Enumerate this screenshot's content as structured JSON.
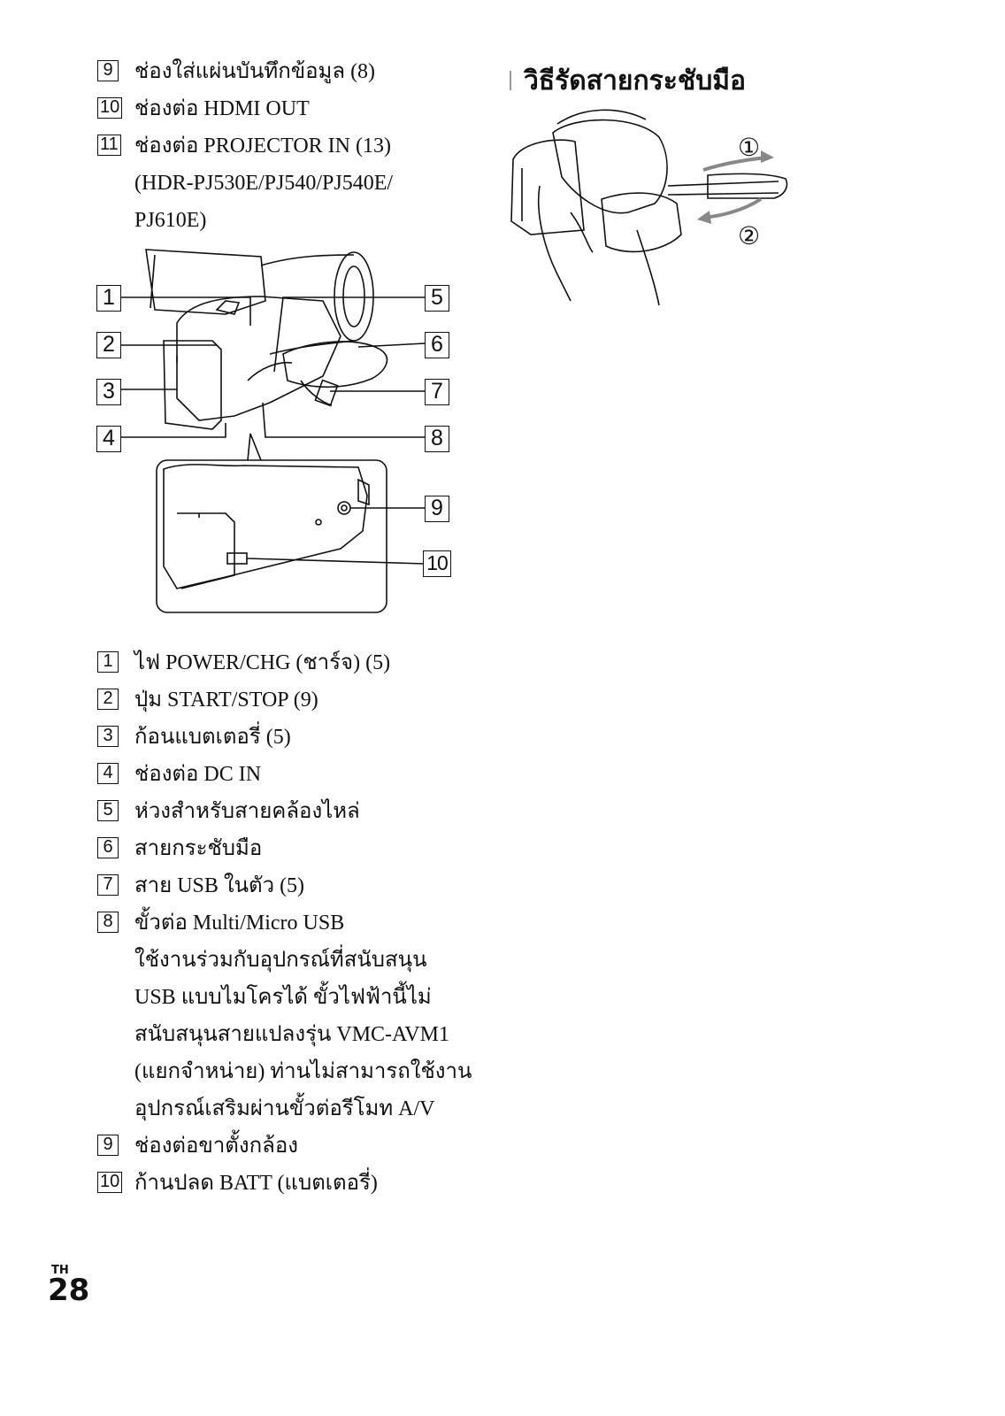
{
  "top_list": [
    {
      "num": "9",
      "text": "ช่องใส่แผ่นบันทึกข้อมูล (8)"
    },
    {
      "num": "10",
      "text": "ช่องต่อ HDMI OUT"
    },
    {
      "num": "11",
      "text": "ช่องต่อ PROJECTOR IN (13)",
      "lines": [
        "(HDR-PJ530E/PJ540/PJ540E/",
        "PJ610E)"
      ]
    }
  ],
  "callouts": [
    "1",
    "2",
    "3",
    "4",
    "5",
    "6",
    "7",
    "8",
    "9",
    "10"
  ],
  "bottom_list": [
    {
      "num": "1",
      "text": "ไฟ POWER/CHG (ชาร์จ) (5)"
    },
    {
      "num": "2",
      "text": "ปุ่ม START/STOP (9)"
    },
    {
      "num": "3",
      "text": "ก้อนแบตเตอรี่ (5)"
    },
    {
      "num": "4",
      "text": "ช่องต่อ DC IN"
    },
    {
      "num": "5",
      "text": "ห่วงสำหรับสายคล้องไหล่"
    },
    {
      "num": "6",
      "text": "สายกระชับมือ"
    },
    {
      "num": "7",
      "text": "สาย USB ในตัว (5)"
    },
    {
      "num": "8",
      "text": "ขั้วต่อ Multi/Micro USB",
      "lines": [
        "ใช้งานร่วมกับอุปกรณ์ที่สนับสนุน",
        "USB แบบไมโครได้ ขั้วไฟฟ้านี้ไม่",
        "สนับสนุนสายแปลงรุ่น VMC-AVM1",
        "(แยกจำหน่าย) ท่านไม่สามารถใช้งาน",
        "อุปกรณ์เสริมผ่านขั้วต่อรีโมท A/V"
      ]
    },
    {
      "num": "9",
      "text": "ช่องต่อขาตั้งกล้อง"
    },
    {
      "num": "10",
      "text": "ก้านปลด BATT (แบตเตอรี่)"
    }
  ],
  "section": {
    "title": "วิธีรัดสายกระชับมือ",
    "steps": [
      "①",
      "②"
    ]
  },
  "footer": {
    "lang": "TH",
    "page": "28"
  }
}
